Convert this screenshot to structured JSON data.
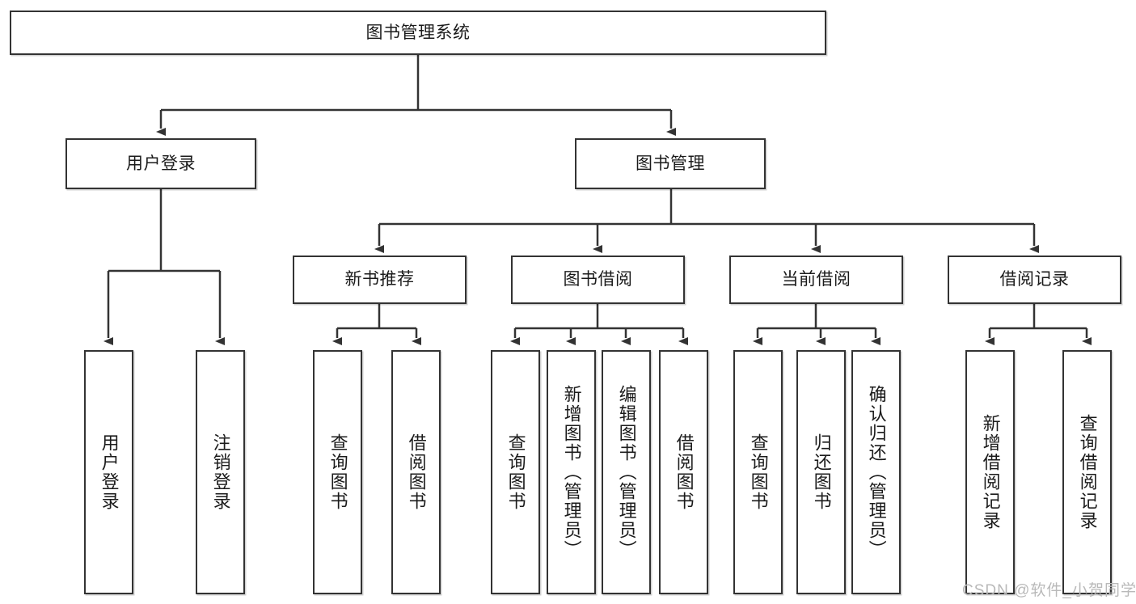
{
  "diagram": {
    "title": "图书管理系统",
    "type": "functional-decomposition-tree",
    "root": {
      "label": "图书管理系统"
    },
    "level2": [
      {
        "label": "用户登录"
      },
      {
        "label": "图书管理"
      }
    ],
    "level3": [
      {
        "label": "新书推荐"
      },
      {
        "label": "图书借阅"
      },
      {
        "label": "当前借阅"
      },
      {
        "label": "借阅记录"
      }
    ],
    "leaves": {
      "user_login": [
        {
          "label": "用户登录"
        },
        {
          "label": "注销登录"
        }
      ],
      "new_book_recommend": [
        {
          "label": "查询图书"
        },
        {
          "label": "借阅图书"
        }
      ],
      "book_borrow": [
        {
          "label": "查询图书"
        },
        {
          "label": "新增图书（管理员）"
        },
        {
          "label": "编辑图书（管理员）"
        },
        {
          "label": "借阅图书"
        }
      ],
      "current_borrow": [
        {
          "label": "查询图书"
        },
        {
          "label": "归还图书"
        },
        {
          "label": "确认归还（管理员）"
        }
      ],
      "borrow_record": [
        {
          "label": "新增借阅记录"
        },
        {
          "label": "查询借阅记录"
        }
      ]
    }
  },
  "watermark": {
    "text": "CSDN @软件_小贺同学"
  },
  "colors": {
    "stroke": "#333333",
    "fill": "#ffffff",
    "text": "#1b1b1b",
    "watermark": "#b9b9b9"
  }
}
